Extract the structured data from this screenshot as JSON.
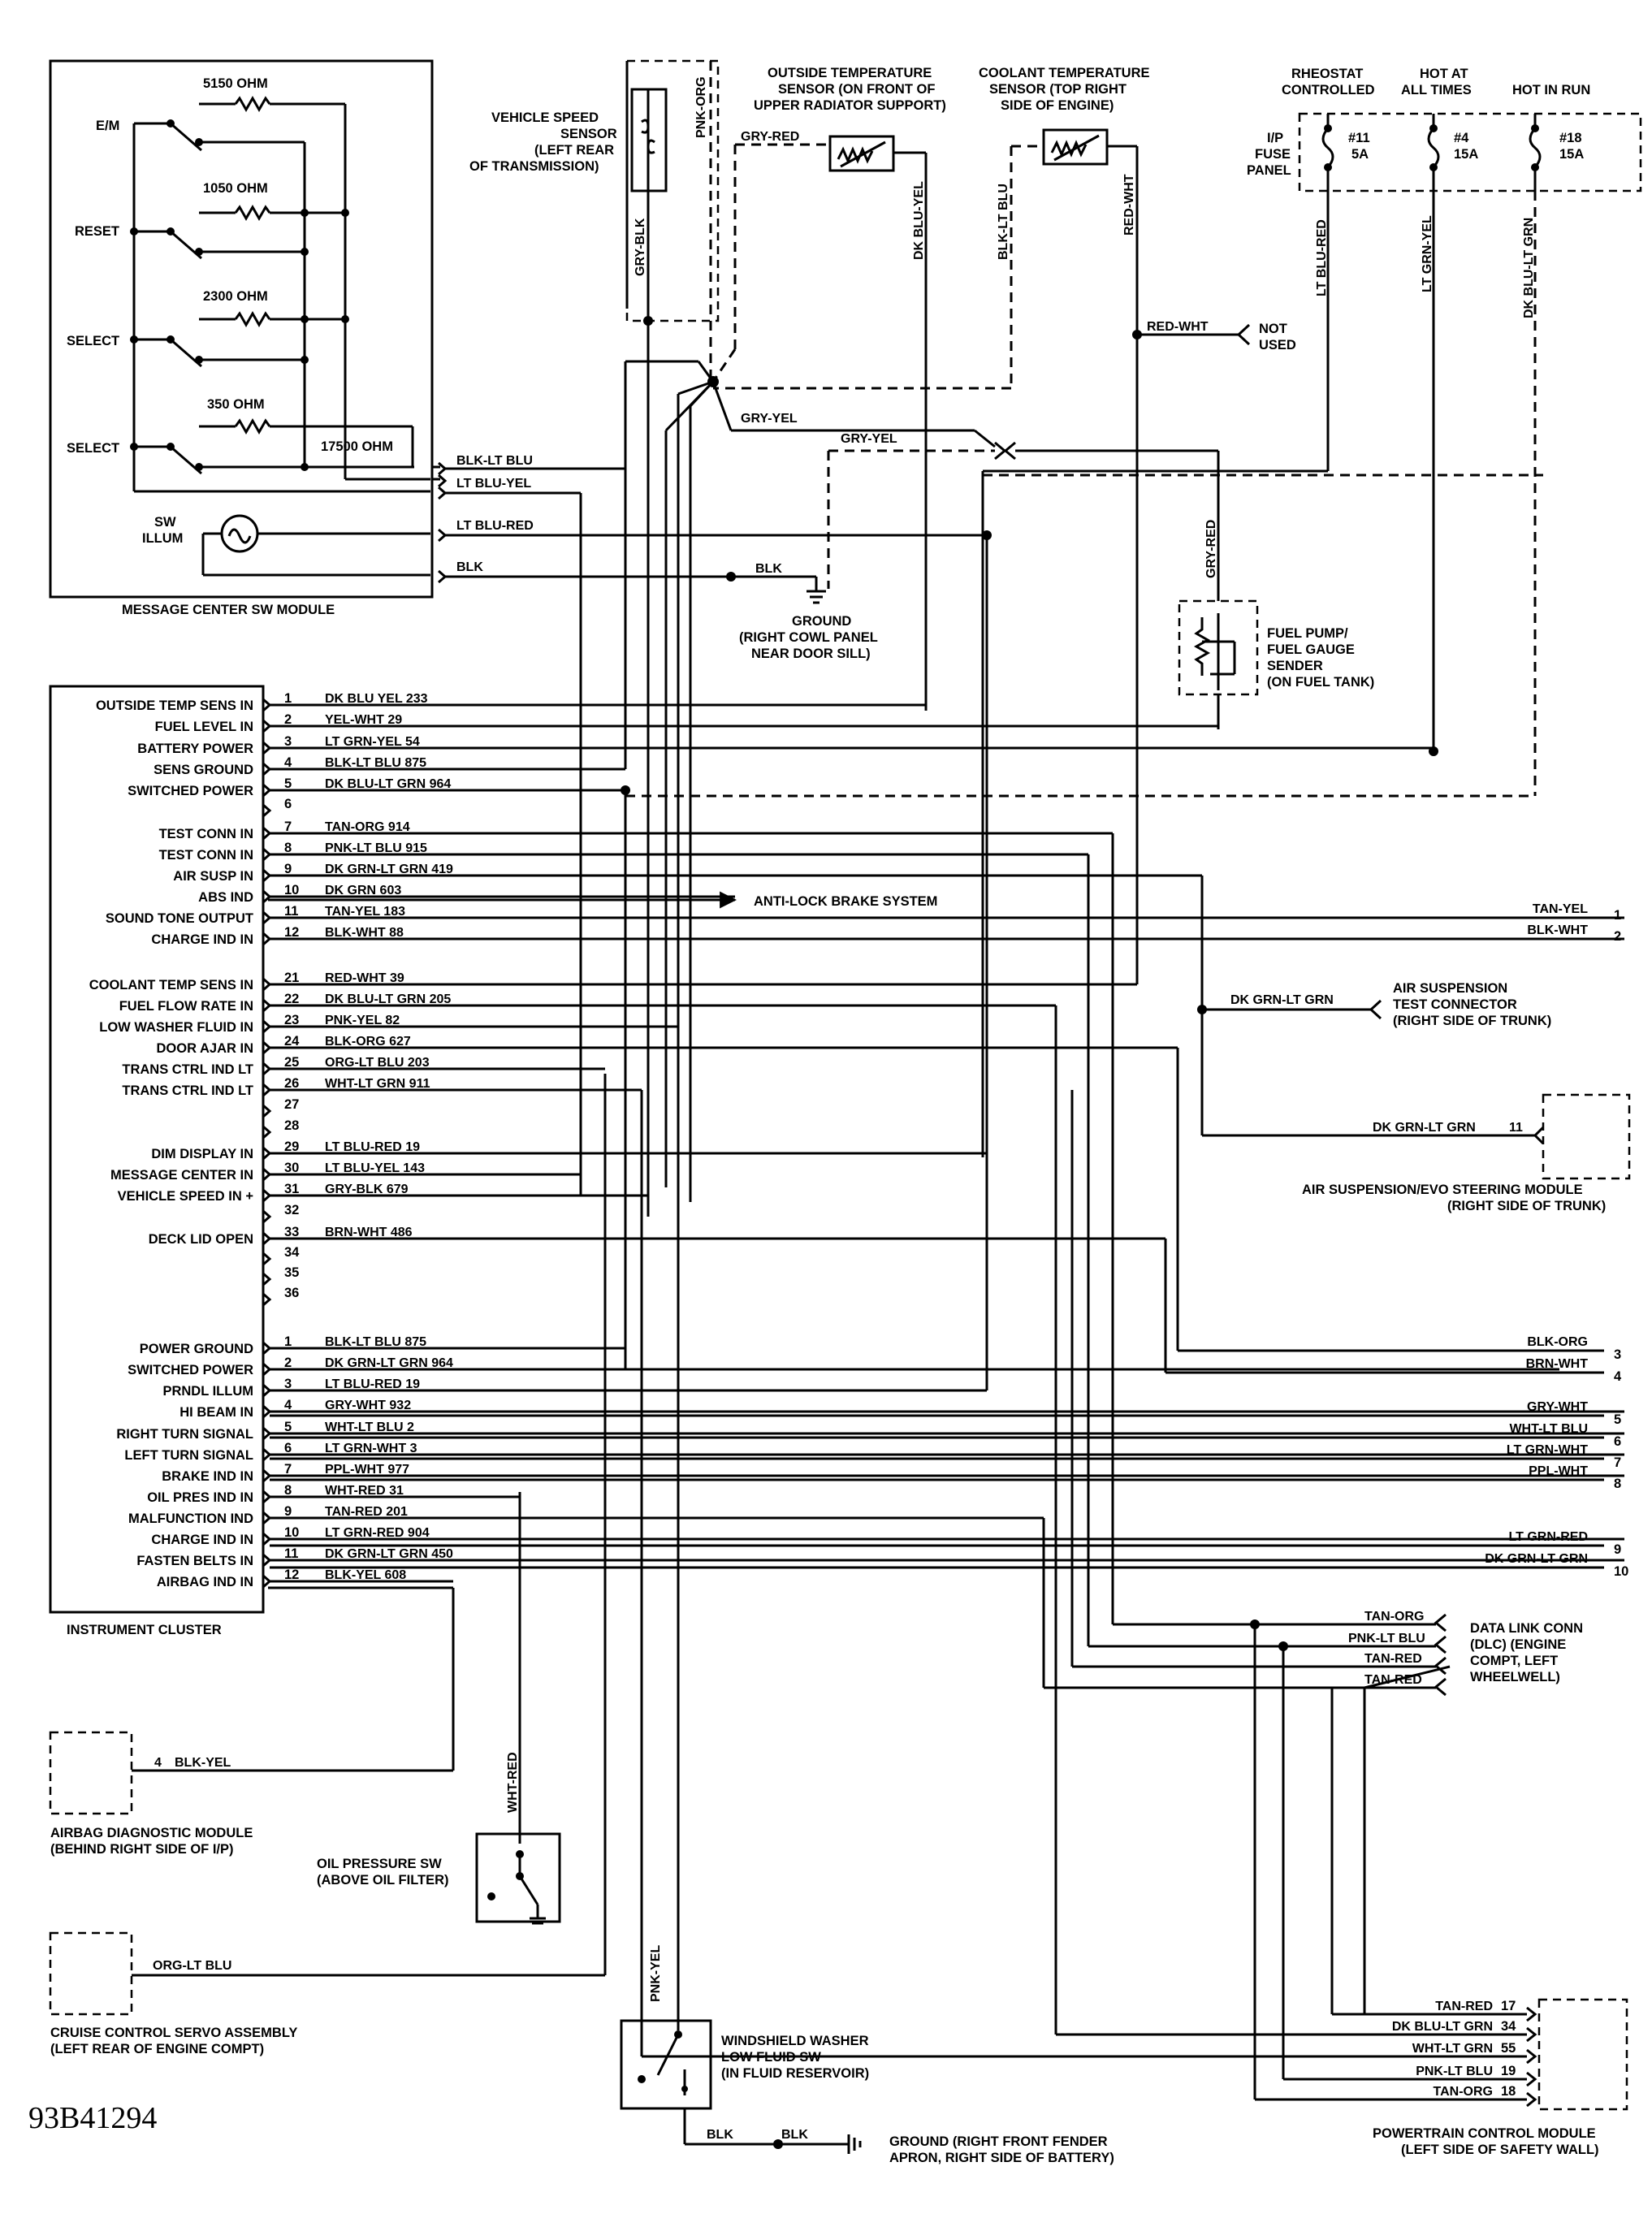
{
  "figure_id": "93B41294",
  "msg_module": {
    "title": "MESSAGE CENTER SW MODULE",
    "switches": [
      "E/M",
      "RESET",
      "SELECT",
      "SELECT"
    ],
    "resistors": [
      "5150 OHM",
      "1050 OHM",
      "2300 OHM",
      "350 OHM",
      "17500 OHM"
    ],
    "sw_illum": [
      "SW",
      "ILLUM"
    ],
    "outputs": [
      "BLK-LT BLU",
      "LT BLU-YEL",
      "LT BLU-RED",
      "BLK"
    ]
  },
  "vss": {
    "label": [
      "VEHICLE SPEED",
      "SENSOR",
      "(LEFT REAR",
      "OF TRANSMISSION)"
    ],
    "wire_a": "GRY-BLK",
    "wire_b": "PNK-ORG"
  },
  "outside_temp": {
    "label": [
      "OUTSIDE TEMPERATURE",
      "SENSOR (ON FRONT OF",
      "UPPER RADIATOR SUPPORT)"
    ],
    "wire_a": "GRY-RED",
    "wire_b": "DK BLU-YEL"
  },
  "coolant_temp": {
    "label": [
      "COOLANT TEMPERATURE",
      "SENSOR (TOP RIGHT",
      "SIDE OF ENGINE)"
    ],
    "wire_a": "BLK-LT BLU",
    "wire_b": "RED-WHT"
  },
  "not_used": [
    "NOT",
    "USED"
  ],
  "not_used_wire": "RED-WHT",
  "fuse_panel": {
    "label": [
      "I/P",
      "FUSE",
      "PANEL"
    ],
    "headers": [
      [
        "RHEOSTAT",
        "CONTROLLED"
      ],
      [
        "HOT AT",
        "ALL TIMES"
      ],
      [
        "HOT IN RUN"
      ]
    ],
    "fuses": [
      [
        "#11",
        "5A"
      ],
      [
        "#4",
        "15A"
      ],
      [
        "#18",
        "15A"
      ]
    ],
    "wires": [
      "LT BLU-RED",
      "LT GRN-YEL",
      "DK BLU-LT GRN"
    ]
  },
  "gry_yel_1": "GRY-YEL",
  "gry_yel_2": "GRY-YEL",
  "gry_red_fuel": "GRY-RED",
  "ground_1": {
    "wire": "BLK",
    "label": [
      "GROUND",
      "(RIGHT COWL PANEL",
      "NEAR DOOR SILL)"
    ]
  },
  "fuel_pump": [
    "FUEL PUMP/",
    "FUEL GAUGE",
    "SENDER",
    "(ON FUEL TANK)"
  ],
  "cluster": {
    "title": "INSTRUMENT CLUSTER",
    "pins": [
      {
        "label": "OUTSIDE TEMP SENS IN",
        "pin": "1",
        "wire": "DK BLU YEL 233"
      },
      {
        "label": "FUEL LEVEL IN",
        "pin": "2",
        "wire": "YEL-WHT 29"
      },
      {
        "label": "BATTERY POWER",
        "pin": "3",
        "wire": "LT GRN-YEL 54"
      },
      {
        "label": "SENS GROUND",
        "pin": "4",
        "wire": "BLK-LT BLU 875"
      },
      {
        "label": "SWITCHED POWER",
        "pin": "5",
        "wire": "DK BLU-LT GRN 964"
      },
      {
        "label": "",
        "pin": "6",
        "wire": ""
      },
      {
        "label": "TEST CONN IN",
        "pin": "7",
        "wire": "TAN-ORG 914"
      },
      {
        "label": "TEST CONN IN",
        "pin": "8",
        "wire": "PNK-LT BLU 915"
      },
      {
        "label": "AIR SUSP IN",
        "pin": "9",
        "wire": "DK GRN-LT GRN 419"
      },
      {
        "label": "ABS IND",
        "pin": "10",
        "wire": "DK GRN 603"
      },
      {
        "label": "SOUND TONE OUTPUT",
        "pin": "11",
        "wire": "TAN-YEL 183"
      },
      {
        "label": "CHARGE IND IN",
        "pin": "12",
        "wire": "BLK-WHT 88"
      },
      {
        "label": "COOLANT TEMP SENS IN",
        "pin": "21",
        "wire": "RED-WHT 39"
      },
      {
        "label": "FUEL FLOW RATE IN",
        "pin": "22",
        "wire": "DK BLU-LT GRN 205"
      },
      {
        "label": "LOW WASHER FLUID IN",
        "pin": "23",
        "wire": "PNK-YEL 82"
      },
      {
        "label": "DOOR AJAR IN",
        "pin": "24",
        "wire": "BLK-ORG 627"
      },
      {
        "label": "TRANS CTRL IND LT",
        "pin": "25",
        "wire": "ORG-LT BLU 203"
      },
      {
        "label": "TRANS CTRL IND LT",
        "pin": "26",
        "wire": "WHT-LT GRN 911"
      },
      {
        "label": "",
        "pin": "27",
        "wire": ""
      },
      {
        "label": "",
        "pin": "28",
        "wire": ""
      },
      {
        "label": "DIM DISPLAY IN",
        "pin": "29",
        "wire": "LT BLU-RED 19"
      },
      {
        "label": "MESSAGE CENTER IN",
        "pin": "30",
        "wire": "LT BLU-YEL 143"
      },
      {
        "label": "VEHICLE SPEED IN +",
        "pin": "31",
        "wire": "GRY-BLK 679"
      },
      {
        "label": "",
        "pin": "32",
        "wire": ""
      },
      {
        "label": "DECK LID OPEN",
        "pin": "33",
        "wire": "BRN-WHT 486"
      },
      {
        "label": "",
        "pin": "34",
        "wire": ""
      },
      {
        "label": "",
        "pin": "35",
        "wire": ""
      },
      {
        "label": "",
        "pin": "36",
        "wire": ""
      },
      {
        "label": "POWER GROUND",
        "pin": "1",
        "wire": "BLK-LT BLU 875"
      },
      {
        "label": "SWITCHED POWER",
        "pin": "2",
        "wire": "DK GRN-LT GRN 964"
      },
      {
        "label": "PRNDL ILLUM",
        "pin": "3",
        "wire": "LT BLU-RED 19"
      },
      {
        "label": "HI BEAM IN",
        "pin": "4",
        "wire": "GRY-WHT 932"
      },
      {
        "label": "RIGHT TURN SIGNAL",
        "pin": "5",
        "wire": "WHT-LT BLU 2"
      },
      {
        "label": "LEFT TURN SIGNAL",
        "pin": "6",
        "wire": "LT GRN-WHT 3"
      },
      {
        "label": "BRAKE IND IN",
        "pin": "7",
        "wire": "PPL-WHT 977"
      },
      {
        "label": "OIL PRES IND IN",
        "pin": "8",
        "wire": "WHT-RED 31"
      },
      {
        "label": "MALFUNCTION IND",
        "pin": "9",
        "wire": "TAN-RED 201"
      },
      {
        "label": "CHARGE IND IN",
        "pin": "10",
        "wire": "LT GRN-RED 904"
      },
      {
        "label": "FASTEN BELTS IN",
        "pin": "11",
        "wire": "DK GRN-LT GRN 450"
      },
      {
        "label": "AIRBAG IND IN",
        "pin": "12",
        "wire": "BLK-YEL 608"
      }
    ]
  },
  "abs": "ANTI-LOCK BRAKE SYSTEM",
  "right_conn_a": [
    {
      "wire": "TAN-YEL",
      "pin": "1"
    },
    {
      "wire": "BLK-WHT",
      "pin": "2"
    }
  ],
  "air_susp_test": {
    "wire": "DK GRN-LT GRN",
    "label": [
      "AIR SUSPENSION",
      "TEST CONNECTOR",
      "(RIGHT SIDE OF TRUNK)"
    ]
  },
  "air_susp_module": {
    "wire": "DK GRN-LT GRN",
    "pin": "11",
    "label": [
      "AIR SUSPENSION/EVO STEERING MODULE",
      "(RIGHT SIDE OF TRUNK)"
    ]
  },
  "right_conn_b": [
    {
      "wire": "BLK-ORG",
      "pin": "3"
    },
    {
      "wire": "BRN-WHT",
      "pin": "4"
    },
    {
      "wire": "GRY-WHT",
      "pin": "5"
    },
    {
      "wire": "WHT-LT BLU",
      "pin": "6"
    },
    {
      "wire": "LT GRN-WHT",
      "pin": "7"
    },
    {
      "wire": "PPL-WHT",
      "pin": "8"
    },
    {
      "wire": "LT GRN-RED",
      "pin": "9"
    },
    {
      "wire": "DK GRN-LT GRN",
      "pin": "10"
    }
  ],
  "dlc": {
    "wires": [
      "TAN-ORG",
      "PNK-LT BLU",
      "TAN-RED",
      "TAN-RED"
    ],
    "label": [
      "DATA LINK CONN",
      "(DLC) (ENGINE",
      "COMPT, LEFT",
      "WHEELWELL)"
    ]
  },
  "airbag_module": {
    "pin": "4",
    "wire": "BLK-YEL",
    "label": [
      "AIRBAG DIAGNOSTIC MODULE",
      "(BEHIND RIGHT SIDE OF I/P)"
    ]
  },
  "oil_sw": {
    "wire": "WHT-RED",
    "label": [
      "OIL PRESSURE SW",
      "(ABOVE OIL FILTER)"
    ]
  },
  "cruise": {
    "wire": "ORG-LT BLU",
    "label": [
      "CRUISE CONTROL SERVO ASSEMBLY",
      "(LEFT REAR OF ENGINE COMPT)"
    ]
  },
  "washer": {
    "wire": "PNK-YEL",
    "label": [
      "WINDSHIELD WASHER",
      "LOW FLUID SW",
      "(IN FLUID RESERVOIR)"
    ]
  },
  "ground_2": {
    "wire_a": "BLK",
    "wire_b": "BLK",
    "label": [
      "GROUND (RIGHT FRONT FENDER",
      "APRON, RIGHT SIDE OF BATTERY)"
    ]
  },
  "pcm": {
    "label": [
      "POWERTRAIN CONTROL MODULE",
      "(LEFT SIDE OF SAFETY WALL)"
    ],
    "pins": [
      {
        "wire": "TAN-RED",
        "pin": "17"
      },
      {
        "wire": "DK BLU-LT GRN",
        "pin": "34"
      },
      {
        "wire": "WHT-LT GRN",
        "pin": "55"
      },
      {
        "wire": "PNK-LT BLU",
        "pin": "19"
      },
      {
        "wire": "TAN-ORG",
        "pin": "18"
      }
    ]
  }
}
